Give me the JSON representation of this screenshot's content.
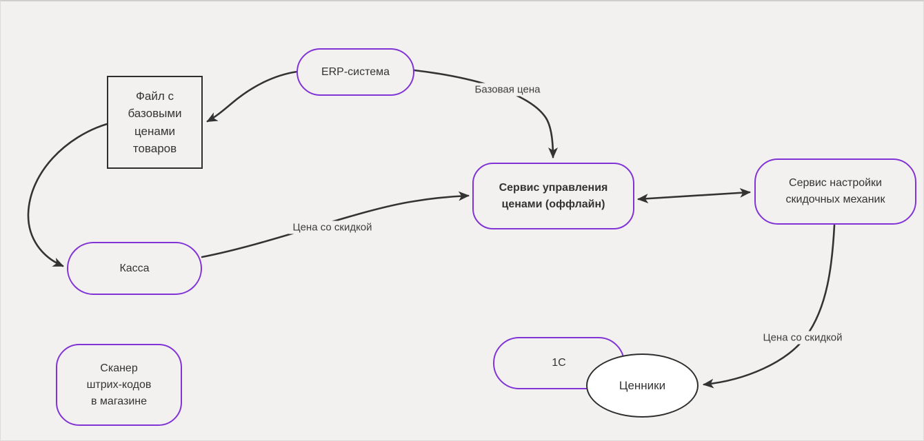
{
  "canvas": {
    "background": "#f2f1f0",
    "accent_purple": "#8133d6",
    "shape_dark": "#2e2e2e",
    "arrow_color": "#333333",
    "ellipse_fill": "#ffffff"
  },
  "nodes": {
    "file_box": {
      "label": "Файл с базовыми ценами товаров",
      "lines": [
        "Файл с",
        "базовыми",
        "ценами",
        "товаров"
      ],
      "shape": "rectangle"
    },
    "erp": {
      "label": "ERP-система",
      "shape": "pill"
    },
    "pricing_service": {
      "label": "Сервис управления ценами (оффлайн)",
      "lines": [
        "Сервис управления",
        "ценами (оффлайн)"
      ],
      "shape": "rounded",
      "bold": true
    },
    "discount_service": {
      "label": "Сервис настройки скидочных механик",
      "lines": [
        "Сервис настройки",
        "скидочных механик"
      ],
      "shape": "rounded"
    },
    "kassa": {
      "label": "Касса",
      "shape": "pill"
    },
    "scanner": {
      "label": "Сканер штрих-кодов в магазине",
      "lines": [
        "Сканер",
        "штрих-кодов",
        "в магазине"
      ],
      "shape": "rounded"
    },
    "one_c": {
      "label": "1С",
      "shape": "pill"
    },
    "price_tags": {
      "label": "Ценники",
      "shape": "ellipse"
    }
  },
  "edges": {
    "erp_to_file": {
      "from": "ERP-система",
      "to": "Файл с базовыми ценами товаров",
      "arrow": "end",
      "label": ""
    },
    "erp_to_pricing": {
      "from": "ERP-система",
      "to": "Сервис управления ценами (оффлайн)",
      "arrow": "end",
      "label": "Базовая цена"
    },
    "file_to_kassa": {
      "from": "Файл с базовыми ценами товаров",
      "to": "Касса",
      "arrow": "end",
      "label": ""
    },
    "kassa_to_pricing": {
      "from": "Касса",
      "to": "Сервис управления ценами (оффлайн)",
      "arrow": "end",
      "label": "Цена со скидкой"
    },
    "pricing_discount": {
      "from": "Сервис управления ценами (оффлайн)",
      "to": "Сервис настройки скидочных механик",
      "arrow": "both",
      "label": ""
    },
    "discount_to_price_tags": {
      "from": "Сервис настройки скидочных механик",
      "to": "Ценники",
      "arrow": "end",
      "label": "Цена со скидкой"
    }
  }
}
